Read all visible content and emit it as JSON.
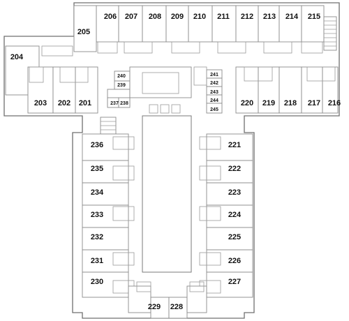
{
  "map": {
    "rooms": [
      {
        "id": "206",
        "label": "206"
      },
      {
        "id": "207",
        "label": "207"
      },
      {
        "id": "208",
        "label": "208"
      },
      {
        "id": "209",
        "label": "209"
      },
      {
        "id": "210",
        "label": "210"
      },
      {
        "id": "211",
        "label": "211"
      },
      {
        "id": "212",
        "label": "212"
      },
      {
        "id": "213",
        "label": "213"
      },
      {
        "id": "214",
        "label": "214"
      },
      {
        "id": "215",
        "label": "215"
      },
      {
        "id": "205",
        "label": "205"
      },
      {
        "id": "204",
        "label": "204"
      },
      {
        "id": "203",
        "label": "203"
      },
      {
        "id": "202",
        "label": "202"
      },
      {
        "id": "201",
        "label": "201"
      },
      {
        "id": "240",
        "label": "240"
      },
      {
        "id": "239",
        "label": "239"
      },
      {
        "id": "237",
        "label": "237"
      },
      {
        "id": "238",
        "label": "238"
      },
      {
        "id": "241",
        "label": "241"
      },
      {
        "id": "242",
        "label": "242"
      },
      {
        "id": "243",
        "label": "243"
      },
      {
        "id": "244",
        "label": "244"
      },
      {
        "id": "245",
        "label": "245"
      },
      {
        "id": "220",
        "label": "220"
      },
      {
        "id": "219",
        "label": "219"
      },
      {
        "id": "218",
        "label": "218",
        "highlighted": true
      },
      {
        "id": "217",
        "label": "217"
      },
      {
        "id": "216",
        "label": "216"
      },
      {
        "id": "236",
        "label": "236"
      },
      {
        "id": "235",
        "label": "235"
      },
      {
        "id": "234",
        "label": "234"
      },
      {
        "id": "233",
        "label": "233"
      },
      {
        "id": "232",
        "label": "232"
      },
      {
        "id": "231",
        "label": "231"
      },
      {
        "id": "230",
        "label": "230"
      },
      {
        "id": "221",
        "label": "221"
      },
      {
        "id": "222",
        "label": "222"
      },
      {
        "id": "223",
        "label": "223"
      },
      {
        "id": "224",
        "label": "224"
      },
      {
        "id": "225",
        "label": "225"
      },
      {
        "id": "226",
        "label": "226"
      },
      {
        "id": "227",
        "label": "227"
      },
      {
        "id": "229",
        "label": "229"
      },
      {
        "id": "228",
        "label": "228"
      }
    ],
    "colors": {
      "highlight_fill": "#f4a6dc",
      "highlight_stroke": "#d36bb8",
      "wall": "#6f6f6f"
    }
  }
}
